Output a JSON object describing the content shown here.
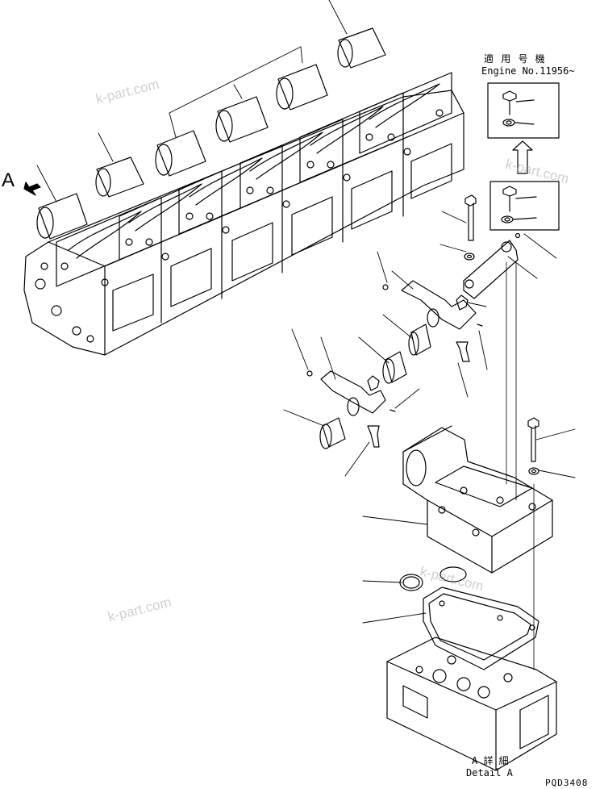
{
  "labels": {
    "view_marker": "A",
    "applicable_jp": "適 用 号 機",
    "engine_no": "Engine No.11956~",
    "detail_jp": "A 詳 細",
    "detail_en": "Detail A",
    "part_code": "PQD3408"
  },
  "watermarks": [
    "k-part.com",
    "k-part.com",
    "k-part.com",
    "k-part.com"
  ],
  "colors": {
    "line": "#000000",
    "watermark": "#a9a9a9"
  }
}
